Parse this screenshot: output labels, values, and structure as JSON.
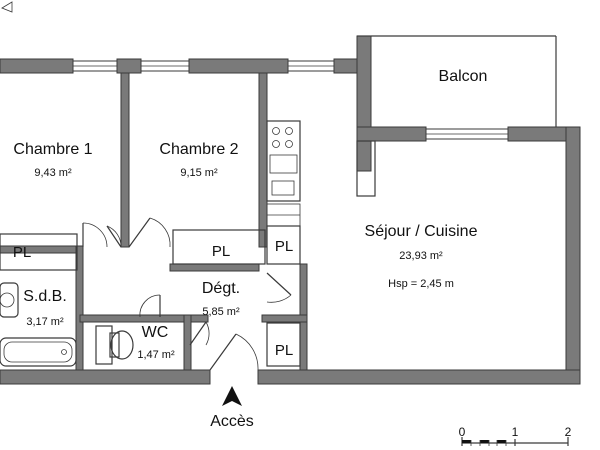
{
  "plan": {
    "rooms": {
      "chambre1": {
        "name": "Chambre 1",
        "area": "9,43 m²"
      },
      "chambre2": {
        "name": "Chambre 2",
        "area": "9,15 m²"
      },
      "sejour": {
        "name": "Séjour / Cuisine",
        "area": "23,93 m²",
        "height": "Hsp = 2,45 m"
      },
      "balcon": {
        "name": "Balcon"
      },
      "sdb": {
        "name": "S.d.B.",
        "area": "3,17 m²"
      },
      "wc": {
        "name": "WC",
        "area": "1,47 m²"
      },
      "degt": {
        "name": "Dégt.",
        "area": "5,85 m²"
      }
    },
    "closet_label": "PL",
    "entrance_label": "Accès",
    "scale": {
      "ticks": [
        "0",
        "1",
        "2"
      ]
    },
    "colors": {
      "wall": "#7a7a7a",
      "line": "#3a3a3a",
      "background": "#ffffff"
    }
  }
}
